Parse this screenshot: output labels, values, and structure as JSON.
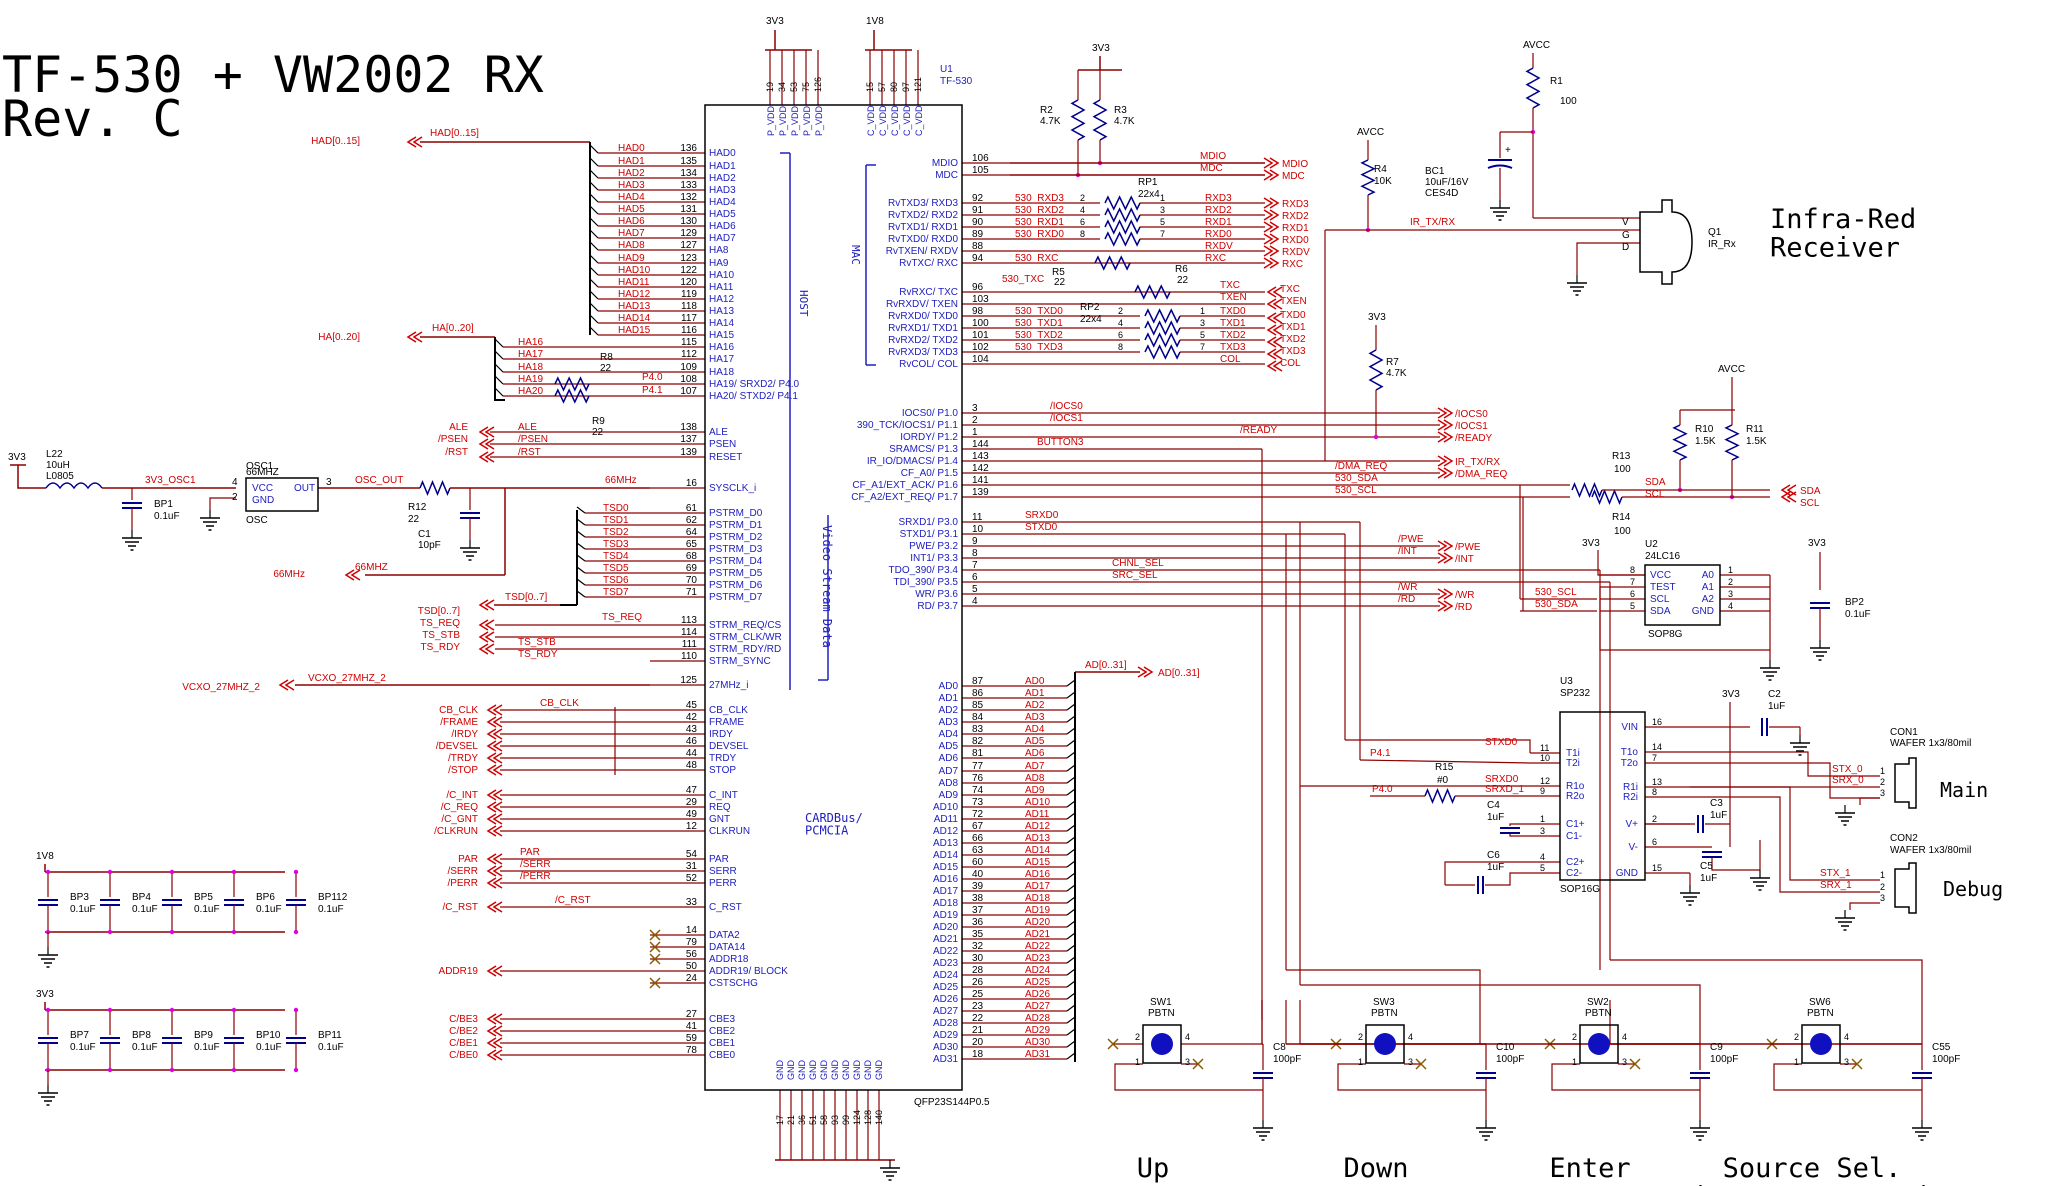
{
  "title": {
    "line1": "TF-530 + VW2002 RX",
    "line2": "Rev. C"
  },
  "chip_u1": {
    "ref": "U1",
    "part": "TF-530",
    "package": "QFP23S144P0.5",
    "power_rails": [
      "3V3",
      "1V8"
    ],
    "p_vdd_pins": [
      "19",
      "34",
      "53",
      "75",
      "126"
    ],
    "c_vdd_pins": [
      "15",
      "57",
      "80",
      "97",
      "121"
    ],
    "blocks": {
      "host": "HOST",
      "mac": "MAC",
      "video": "Video Stream Data",
      "cardbus": "CARDBus/\nPCMCIA"
    },
    "left_pins": [
      {
        "n": "136",
        "name": "HAD0"
      },
      {
        "n": "135",
        "name": "HAD1"
      },
      {
        "n": "134",
        "name": "HAD2"
      },
      {
        "n": "133",
        "name": "HAD3"
      },
      {
        "n": "132",
        "name": "HAD4"
      },
      {
        "n": "131",
        "name": "HAD5"
      },
      {
        "n": "130",
        "name": "HAD6"
      },
      {
        "n": "129",
        "name": "HAD7"
      },
      {
        "n": "127",
        "name": "HA8"
      },
      {
        "n": "123",
        "name": "HA9"
      },
      {
        "n": "122",
        "name": "HA10"
      },
      {
        "n": "120",
        "name": "HA11"
      },
      {
        "n": "119",
        "name": "HA12"
      },
      {
        "n": "118",
        "name": "HA13"
      },
      {
        "n": "117",
        "name": "HA14"
      },
      {
        "n": "116",
        "name": "HA15"
      },
      {
        "n": "115",
        "name": "HA16"
      },
      {
        "n": "112",
        "name": "HA17"
      },
      {
        "n": "109",
        "name": "HA18"
      },
      {
        "n": "108",
        "name": "HA19/ SRXD2/ P4.0"
      },
      {
        "n": "107",
        "name": "HA20/ STXD2/ P4.1"
      },
      {
        "n": "138",
        "name": "ALE"
      },
      {
        "n": "137",
        "name": "PSEN"
      },
      {
        "n": "139",
        "name": "RESET"
      },
      {
        "n": "16",
        "name": "SYSCLK_i"
      },
      {
        "n": "61",
        "name": "PSTRM_D0"
      },
      {
        "n": "62",
        "name": "PSTRM_D1"
      },
      {
        "n": "64",
        "name": "PSTRM_D2"
      },
      {
        "n": "65",
        "name": "PSTRM_D3"
      },
      {
        "n": "68",
        "name": "PSTRM_D4"
      },
      {
        "n": "69",
        "name": "PSTRM_D5"
      },
      {
        "n": "70",
        "name": "PSTRM_D6"
      },
      {
        "n": "71",
        "name": "PSTRM_D7"
      },
      {
        "n": "113",
        "name": "STRM_REQ/CS"
      },
      {
        "n": "114",
        "name": "STRM_CLK/WR"
      },
      {
        "n": "111",
        "name": "STRM_RDY/RD"
      },
      {
        "n": "110",
        "name": "STRM_SYNC"
      },
      {
        "n": "125",
        "name": "27MHz_i"
      },
      {
        "n": "45",
        "name": "CB_CLK"
      },
      {
        "n": "42",
        "name": "FRAME"
      },
      {
        "n": "43",
        "name": "IRDY"
      },
      {
        "n": "46",
        "name": "DEVSEL"
      },
      {
        "n": "44",
        "name": "TRDY"
      },
      {
        "n": "48",
        "name": "STOP"
      },
      {
        "n": "47",
        "name": "C_INT"
      },
      {
        "n": "29",
        "name": "REQ"
      },
      {
        "n": "49",
        "name": "GNT"
      },
      {
        "n": "12",
        "name": "CLKRUN"
      },
      {
        "n": "54",
        "name": "PAR"
      },
      {
        "n": "31",
        "name": "SERR"
      },
      {
        "n": "52",
        "name": "PERR"
      },
      {
        "n": "33",
        "name": "C_RST"
      },
      {
        "n": "14",
        "name": "DATA2"
      },
      {
        "n": "79",
        "name": "DATA14"
      },
      {
        "n": "56",
        "name": "ADDR18"
      },
      {
        "n": "50",
        "name": "ADDR19/ BLOCK"
      },
      {
        "n": "24",
        "name": "CSTSCHG"
      },
      {
        "n": "27",
        "name": "CBE3"
      },
      {
        "n": "41",
        "name": "CBE2"
      },
      {
        "n": "59",
        "name": "CBE1"
      },
      {
        "n": "78",
        "name": "CBE0"
      }
    ],
    "right_pins": [
      {
        "n": "106",
        "name": "MDIO"
      },
      {
        "n": "105",
        "name": "MDC"
      },
      {
        "n": "92",
        "name": "RvTXD3/ RXD3"
      },
      {
        "n": "91",
        "name": "RvTXD2/ RXD2"
      },
      {
        "n": "90",
        "name": "RvTXD1/ RXD1"
      },
      {
        "n": "89",
        "name": "RvTXD0/ RXD0"
      },
      {
        "n": "88",
        "name": "RvTXEN/ RXDV"
      },
      {
        "n": "94",
        "name": "RvTXC/ RXC"
      },
      {
        "n": "96",
        "name": "RvRXC/ TXC"
      },
      {
        "n": "103",
        "name": "RvRXDV/ TXEN"
      },
      {
        "n": "98",
        "name": "RvRXD0/ TXD0"
      },
      {
        "n": "100",
        "name": "RvRXD1/ TXD1"
      },
      {
        "n": "101",
        "name": "RvRXD2/ TXD2"
      },
      {
        "n": "102",
        "name": "RvRXD3/ TXD3"
      },
      {
        "n": "104",
        "name": "RvCOL/ COL"
      },
      {
        "n": "3",
        "name": "IOCS0/ P1.0"
      },
      {
        "n": "2",
        "name": "390_TCK/IOCS1/ P1.1"
      },
      {
        "n": "1",
        "name": "IORDY/ P1.2"
      },
      {
        "n": "144",
        "name": "SRAMCS/ P1.3"
      },
      {
        "n": "143",
        "name": "IR_IO/DMACS/ P1.4"
      },
      {
        "n": "142",
        "name": "CF_A0/ P1.5"
      },
      {
        "n": "141",
        "name": "CF_A1/EXT_ACK/ P1.6"
      },
      {
        "n": "139",
        "name": "CF_A2/EXT_REQ/ P1.7"
      },
      {
        "n": "11",
        "name": "SRXD1/ P3.0"
      },
      {
        "n": "10",
        "name": "STXD1/ P3.1"
      },
      {
        "n": "9",
        "name": "PWE/ P3.2"
      },
      {
        "n": "8",
        "name": "INT1/ P3.3"
      },
      {
        "n": "7",
        "name": "TDO_390/ P3.4"
      },
      {
        "n": "6",
        "name": "TDI_390/ P3.5"
      },
      {
        "n": "5",
        "name": "WR/ P3.6"
      },
      {
        "n": "4",
        "name": "RD/ P3.7"
      },
      {
        "n": "87",
        "name": "AD0"
      },
      {
        "n": "86",
        "name": "AD1"
      },
      {
        "n": "85",
        "name": "AD2"
      },
      {
        "n": "84",
        "name": "AD3"
      },
      {
        "n": "83",
        "name": "AD4"
      },
      {
        "n": "82",
        "name": "AD5"
      },
      {
        "n": "81",
        "name": "AD6"
      },
      {
        "n": "77",
        "name": "AD7"
      },
      {
        "n": "76",
        "name": "AD8"
      },
      {
        "n": "74",
        "name": "AD9"
      },
      {
        "n": "73",
        "name": "AD10"
      },
      {
        "n": "72",
        "name": "AD11"
      },
      {
        "n": "67",
        "name": "AD12"
      },
      {
        "n": "66",
        "name": "AD13"
      },
      {
        "n": "63",
        "name": "AD14"
      },
      {
        "n": "60",
        "name": "AD15"
      },
      {
        "n": "40",
        "name": "AD16"
      },
      {
        "n": "39",
        "name": "AD17"
      },
      {
        "n": "38",
        "name": "AD18"
      },
      {
        "n": "37",
        "name": "AD19"
      },
      {
        "n": "36",
        "name": "AD20"
      },
      {
        "n": "35",
        "name": "AD21"
      },
      {
        "n": "32",
        "name": "AD22"
      },
      {
        "n": "30",
        "name": "AD23"
      },
      {
        "n": "28",
        "name": "AD24"
      },
      {
        "n": "26",
        "name": "AD25"
      },
      {
        "n": "25",
        "name": "AD26"
      },
      {
        "n": "23",
        "name": "AD27"
      },
      {
        "n": "22",
        "name": "AD28"
      },
      {
        "n": "21",
        "name": "AD29"
      },
      {
        "n": "20",
        "name": "AD30"
      },
      {
        "n": "18",
        "name": "AD31"
      }
    ],
    "gnd_pins": [
      "17",
      "21",
      "36",
      "51",
      "58",
      "93",
      "99",
      "124",
      "128",
      "140"
    ]
  },
  "nets_left": {
    "had_bus": "HAD[0..15]",
    "ha_bus": "HA[0..20]",
    "had_names": [
      "HAD0",
      "HAD1",
      "HAD2",
      "HAD3",
      "HAD4",
      "HAD5",
      "HAD6",
      "HAD7",
      "HAD8",
      "HAD9",
      "HAD10",
      "HAD11",
      "HAD12",
      "HAD13",
      "HAD14",
      "HAD15"
    ],
    "ha_names": [
      "HA16",
      "HA17",
      "HA18",
      "HA19",
      "HA20"
    ],
    "p40": "P4.0",
    "p41": "P4.1",
    "ctrl": [
      "ALE",
      "/PSEN",
      "/RST"
    ],
    "tsd": [
      "TSD0",
      "TSD1",
      "TSD2",
      "TSD3",
      "TSD4",
      "TSD5",
      "TSD6",
      "TSD7"
    ],
    "tsd_bus": "TSD[0..7]",
    "ts_labels": [
      "TSD[0..7]",
      "TS_REQ",
      "TS_STB",
      "TS_RDY"
    ],
    "mhz66": "66MHz",
    "vcxo": "VCXO_27MHZ_2",
    "cb": [
      "CB_CLK",
      "/FRAME",
      "/IRDY",
      "/DEVSEL",
      "/TRDY",
      "/STOP"
    ],
    "cint": [
      "/C_INT",
      "/C_REQ",
      "/C_GNT",
      "/CLKRUN"
    ],
    "par": [
      "PAR",
      "/SERR",
      "/PERR"
    ],
    "crst": "/C_RST",
    "addr19": "ADDR19",
    "cbe": [
      "C/BE3",
      "C/BE2",
      "C/BE1",
      "C/BE0"
    ]
  },
  "osc": {
    "rail": "3V3",
    "inductor": {
      "ref": "L22",
      "val": "10uH",
      "pkg": "L0805"
    },
    "net": "3V3_OSC1",
    "bp1": {
      "ref": "BP1",
      "val": "0.1uF"
    },
    "osc1": {
      "ref": "OSC1",
      "val": "66MHZ",
      "vcc": "VCC",
      "gnd": "GND",
      "out": "OUT",
      "name": "OSC",
      "pins": [
        "4",
        "2",
        "3"
      ]
    },
    "out_net": "OSC_OUT",
    "r12": {
      "ref": "R12",
      "val": "22"
    },
    "c1": {
      "ref": "C1",
      "val": "10pF"
    },
    "r8": {
      "ref": "R8",
      "val": "22"
    },
    "r9": {
      "ref": "R9",
      "val": "22"
    }
  },
  "mac_nets": {
    "mdio": "MDIO",
    "mdc": "MDC",
    "rxd_left": [
      "530_RXD3",
      "530_RXD2",
      "530_RXD1",
      "530_RXD0"
    ],
    "rxd_right": [
      "RXD3",
      "RXD2",
      "RXD1",
      "RXD0",
      "RXDV",
      "RXC"
    ],
    "rp1": {
      "ref": "RP1",
      "val": "22x4",
      "pins": [
        "2",
        "4",
        "6",
        "8",
        "1",
        "3",
        "5",
        "7"
      ]
    },
    "rxc_net": "530_RXC",
    "r5": {
      "ref": "R5",
      "val": "22"
    },
    "txc_net": "530_TXC",
    "r6": {
      "ref": "R6",
      "val": "22"
    },
    "txd_left": [
      "530_TXD0",
      "530_TXD1",
      "530_TXD2",
      "530_TXD3"
    ],
    "txd_right": [
      "TXC",
      "TXEN",
      "TXD0",
      "TXD1",
      "TXD2",
      "TXD3",
      "COL"
    ],
    "rp2": {
      "ref": "RP2",
      "val": "22x4",
      "pins": [
        "2",
        "4",
        "6",
        "8",
        "1",
        "3",
        "5",
        "7"
      ]
    },
    "r2": {
      "ref": "R2",
      "val": "4.7K"
    },
    "r3": {
      "ref": "R3",
      "val": "4.7K"
    }
  },
  "port_nets": {
    "iocs": [
      "/IOCS0",
      "/IOCS1",
      "/READY"
    ],
    "button": "BUTTON3",
    "ir": "IR_TX/RX",
    "dma": "/DMA_REQ",
    "sda": "530_SDA",
    "scl": "530_SCL",
    "srxd0": "SRXD0",
    "stxd0": "STXD0",
    "pwe": "/PWE",
    "int": "/INT",
    "chnl": "CHNL_SEL",
    "src": "SRC_SEL",
    "wr": "/WR",
    "rd": "/RD",
    "ad_bus": "AD[0..31]",
    "outs": [
      "/IOCS0",
      "/IOCS1",
      "/READY",
      "IR_TX/RX",
      "/DMA_REQ",
      "SDA",
      "SCL",
      "/PWE",
      "/INT",
      "/WR",
      "/RD"
    ],
    "r7": {
      "ref": "R7",
      "val": "4.7K"
    }
  },
  "ir": {
    "rail": "AVCC",
    "r1": {
      "ref": "R1",
      "val": "100"
    },
    "r4": {
      "ref": "R4",
      "val": "10K"
    },
    "bc1": {
      "ref": "BC1",
      "val": "10uF/16V",
      "pkg": "CES4D"
    },
    "q1": {
      "ref": "Q1",
      "val": "IR_Rx",
      "pins": [
        "V",
        "G",
        "D"
      ]
    },
    "caption": "Infra-Red\nReceiver"
  },
  "eeprom": {
    "r10": {
      "ref": "R10",
      "val": "1.5K"
    },
    "r11": {
      "ref": "R11",
      "val": "1.5K"
    },
    "r13": {
      "ref": "R13",
      "val": "100"
    },
    "r14": {
      "ref": "R14",
      "val": "100"
    },
    "u2": {
      "ref": "U2",
      "part": "24LC16",
      "pkg": "SOP8G",
      "left": [
        "VCC",
        "TEST",
        "SCL",
        "SDA"
      ],
      "right": [
        "A0",
        "A1",
        "A2",
        "GND"
      ],
      "lpins": [
        "8",
        "7",
        "6",
        "5"
      ],
      "rpins": [
        "1",
        "2",
        "3",
        "4"
      ]
    },
    "bp2": {
      "ref": "BP2",
      "val": "0.1uF"
    }
  },
  "rs232": {
    "u3": {
      "ref": "U3",
      "part": "SP232",
      "pkg": "SOP16G",
      "left": [
        "T1i",
        "T2i",
        "R1o",
        "R2o",
        "C1+",
        "C1-",
        "C2+",
        "C2-"
      ],
      "lpins": [
        "11",
        "10",
        "12",
        "9",
        "1",
        "3",
        "4",
        "5"
      ],
      "right": [
        "VIN",
        "T1o",
        "T2o",
        "R1i",
        "R2i",
        "V+",
        "V-",
        "GND"
      ],
      "rpins": [
        "16",
        "14",
        "7",
        "13",
        "8",
        "2",
        "6",
        "15"
      ]
    },
    "c2": {
      "ref": "C2",
      "val": "1uF"
    },
    "c3": {
      "ref": "C3",
      "val": "1uF"
    },
    "c4": {
      "ref": "C4",
      "val": "1uF"
    },
    "c5": {
      "ref": "C5",
      "val": "1uF"
    },
    "c6": {
      "ref": "C6",
      "val": "1uF"
    },
    "r15": {
      "ref": "R15",
      "val": "#0"
    },
    "nets": {
      "stxd0": "STXD0",
      "p41": "P4.1",
      "srxd0": "SRXD0",
      "srxd1": "SRXD_1",
      "p40": "P4.0",
      "stx0": "STX_0",
      "srx0": "SRX_0",
      "stx1": "STX_1",
      "srx1": "SRX_1"
    },
    "con1": {
      "ref": "CON1",
      "val": "WAFER 1x3/80mil",
      "label": "Main"
    },
    "con2": {
      "ref": "CON2",
      "val": "WAFER 1x3/80mil",
      "label": "Debug"
    }
  },
  "switches": [
    {
      "ref": "SW1",
      "val": "PBTN",
      "cap_ref": "C8",
      "cap": "100pF",
      "label": "Up"
    },
    {
      "ref": "SW3",
      "val": "PBTN",
      "cap_ref": "C10",
      "cap": "100pF",
      "label": "Down"
    },
    {
      "ref": "SW2",
      "val": "PBTN",
      "cap_ref": "C9",
      "cap": "100pF",
      "label": "Enter"
    },
    {
      "ref": "SW6",
      "val": "PBTN",
      "cap_ref": "C55",
      "cap": "100pF",
      "label": "Source Sel.\n(Factory Reset)"
    }
  ],
  "bypass_1v8": {
    "rail": "1V8",
    "caps": [
      {
        "ref": "BP3",
        "val": "0.1uF"
      },
      {
        "ref": "BP4",
        "val": "0.1uF"
      },
      {
        "ref": "BP5",
        "val": "0.1uF"
      },
      {
        "ref": "BP6",
        "val": "0.1uF"
      },
      {
        "ref": "BP112",
        "val": "0.1uF"
      }
    ]
  },
  "bypass_3v3": {
    "rail": "3V3",
    "caps": [
      {
        "ref": "BP7",
        "val": "0.1uF"
      },
      {
        "ref": "BP8",
        "val": "0.1uF"
      },
      {
        "ref": "BP9",
        "val": "0.1uF"
      },
      {
        "ref": "BP10",
        "val": "0.1uF"
      },
      {
        "ref": "BP11",
        "val": "0.1uF"
      }
    ]
  },
  "colors": {
    "wire": "#8b0000",
    "net_label": "#d00000",
    "component": "#000000",
    "ref_blue": "#2020c0",
    "bus": "#000000",
    "pin_dot": "#e000e0"
  }
}
